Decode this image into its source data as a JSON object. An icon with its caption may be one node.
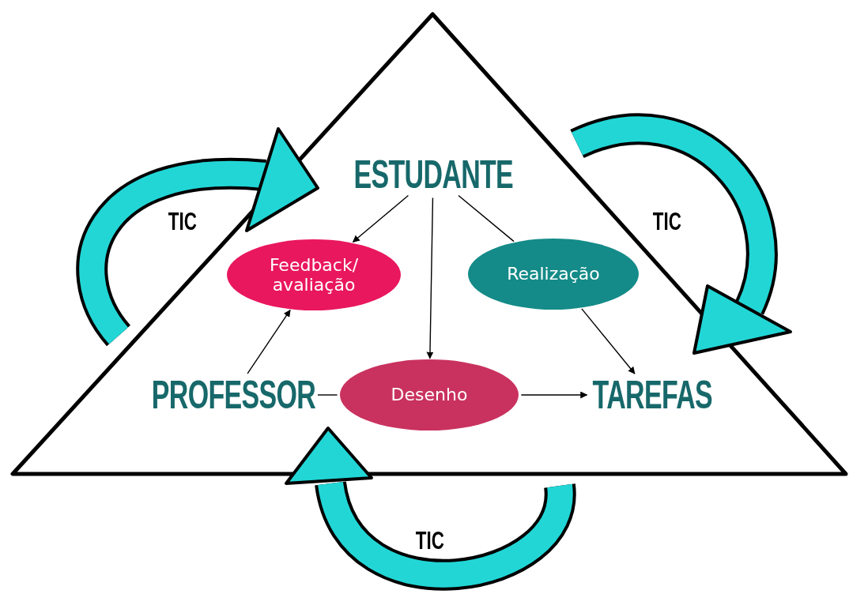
{
  "diagram": {
    "nodes": [
      {
        "text": [],
        "shape": "triangle"
      },
      {
        "text": [
          "ESTUDANTE"
        ],
        "in": 0
      },
      {
        "text": [
          "Feedback/ avaliação"
        ],
        "in": 0
      },
      {
        "text": [
          "Realização"
        ],
        "in": 0
      },
      {
        "text": [
          "PROFESSOR"
        ],
        "in": 0
      },
      {
        "text": [
          "Desenho"
        ],
        "in": 0
      },
      {
        "text": [
          "TAREFAS"
        ],
        "in": 0
      }
    ],
    "edges": [
      {
        "from": 1,
        "to": 2,
        "arrow": "to"
      },
      {
        "from": 4,
        "to": 2,
        "arrow": "to"
      },
      {
        "from": 1,
        "to": 5,
        "arrow": "to"
      },
      {
        "from": 1,
        "to": 3,
        "arrow": "none"
      },
      {
        "from": 3,
        "to": 6,
        "arrow": "to"
      },
      {
        "from": 4,
        "to": 5,
        "arrow": "none"
      },
      {
        "from": 5,
        "to": 6,
        "arrow": "to"
      }
    ],
    "labels": [
      "TIC",
      "TIC",
      "TIC"
    ]
  }
}
